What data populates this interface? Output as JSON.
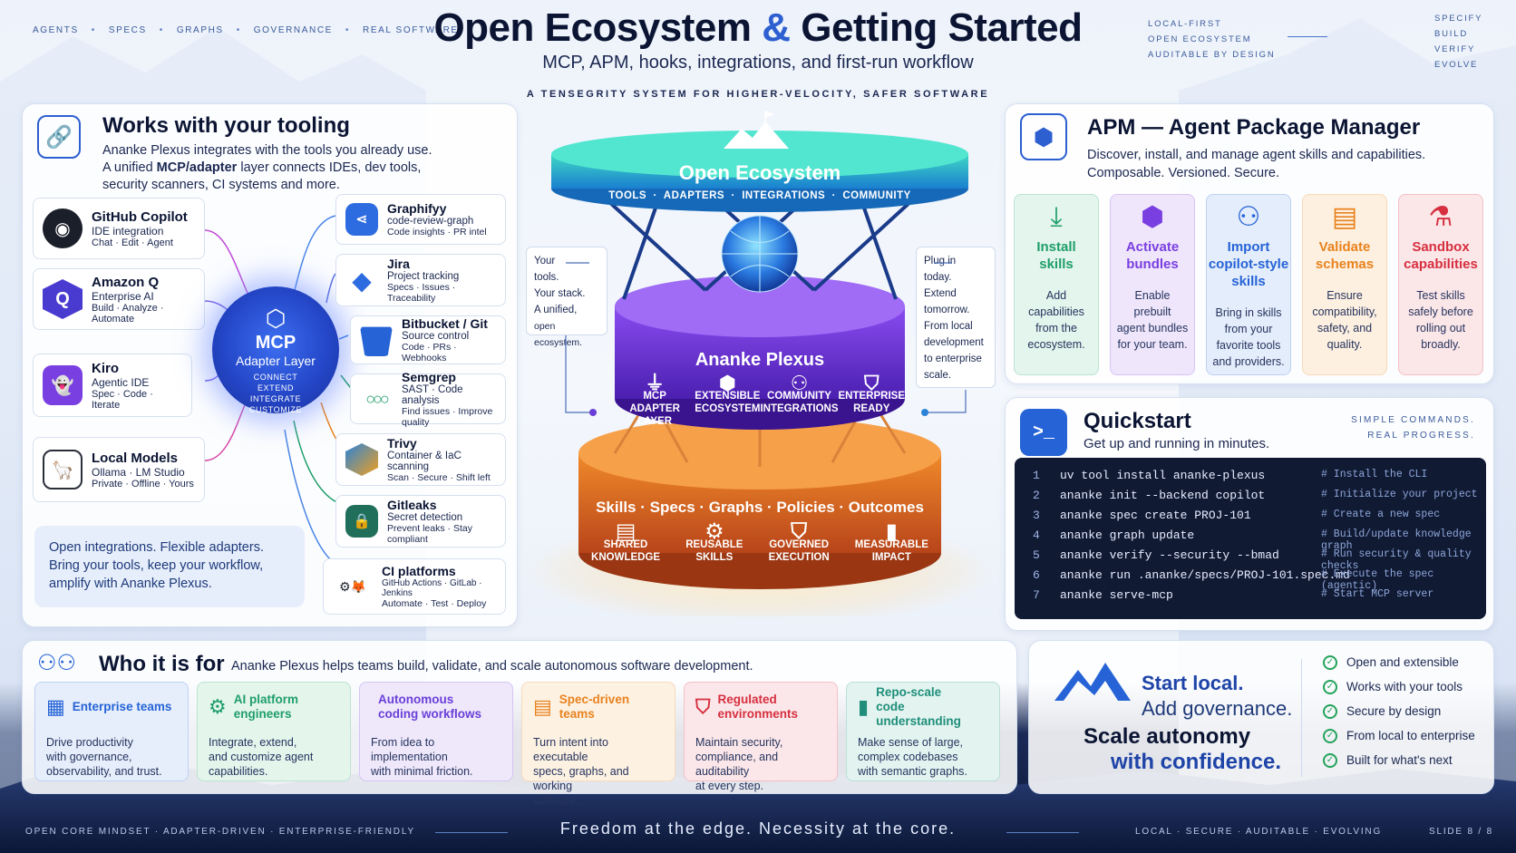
{
  "top_nav": [
    "AGENTS",
    "SPECS",
    "GRAPHS",
    "GOVERNANCE",
    "REAL SOFTWARE"
  ],
  "title": {
    "part1": "Open Ecosystem",
    "amp": "&",
    "part2": "Getting Started"
  },
  "subtitle": "MCP, APM, hooks, integrations, and first-run workflow",
  "tagline": "A TENSEGRITY SYSTEM FOR HIGHER-VELOCITY, SAFER SOFTWARE",
  "top_right_1": [
    "LOCAL-FIRST",
    "OPEN ECOSYSTEM",
    "AUDITABLE BY DESIGN"
  ],
  "top_right_2": [
    "SPECIFY",
    "BUILD",
    "VERIFY",
    "EVOLVE"
  ],
  "tooling": {
    "title": "Works with your tooling",
    "desc_1": "Ananke Plexus integrates with the tools you already use.",
    "desc_2a": "A unified ",
    "desc_2b": "MCP/adapter",
    "desc_2c": " layer connects IDEs, dev tools,",
    "desc_3": "security scanners, CI systems and more.",
    "left_tools": [
      {
        "name": "GitHub Copilot",
        "l1": "IDE integration",
        "l2": "Chat · Edit · Agent",
        "color": "#1b1f2a"
      },
      {
        "name": "Amazon Q",
        "l1": "Enterprise AI",
        "l2": "Build · Analyze · Automate",
        "color": "#4a3bd0"
      },
      {
        "name": "Kiro",
        "l1": "Agentic IDE",
        "l2": "Spec · Code · Iterate",
        "color": "#7a3fe0"
      },
      {
        "name": "Local Models",
        "l1": "Ollama · LM Studio",
        "l2": "Private · Offline · Yours",
        "color": "#2b2f3a"
      }
    ],
    "right_tools": [
      {
        "name": "Graphifyy",
        "l1": "code-review-graph",
        "l2": "Code insights · PR intel",
        "color": "#2d6be0"
      },
      {
        "name": "Jira",
        "l1": "Project tracking",
        "l2": "Specs · Issues · Traceability",
        "color": "#2d6be0"
      },
      {
        "name": "Bitbucket / Git",
        "l1": "Source control",
        "l2": "Code · PRs · Webhooks",
        "color": "#2563d6"
      },
      {
        "name": "Semgrep",
        "l1": "SAST · Code analysis",
        "l2": "Find issues · Improve quality",
        "color": "#1f9e6a"
      },
      {
        "name": "Trivy",
        "l1": "Container & IaC scanning",
        "l2": "Scan · Secure · Shift left",
        "color": "#2a83d8"
      },
      {
        "name": "Gitleaks",
        "l1": "Secret detection",
        "l2": "Prevent leaks · Stay compliant",
        "color": "#1f6f5a"
      },
      {
        "name": "CI platforms",
        "l1": "GitHub Actions · GitLab · Jenkins",
        "l2": "Automate · Test · Deploy",
        "color": "#1b1f2a"
      }
    ],
    "mcp": {
      "title": "MCP",
      "subtitle": "Adapter Layer",
      "verbs": [
        "CONNECT",
        "EXTEND",
        "INTEGRATE",
        "CUSTOMIZE"
      ]
    },
    "footer": [
      "Open integrations. Flexible adapters.",
      "Bring your tools, keep your workflow,",
      "amplify with Ananke Plexus."
    ]
  },
  "tower": {
    "top_title": "Open Ecosystem",
    "top_items": [
      "TOOLS",
      "ADAPTERS",
      "INTEGRATIONS",
      "COMMUNITY"
    ],
    "mid_title": "Ananke Plexus",
    "mid_items": [
      {
        "icon": "plug-icon",
        "l1": "MCP",
        "l2": "ADAPTER LAYER"
      },
      {
        "icon": "cubes-icon",
        "l1": "EXTENSIBLE",
        "l2": "ECOSYSTEM"
      },
      {
        "icon": "people-icon",
        "l1": "COMMUNITY",
        "l2": "INTEGRATIONS"
      },
      {
        "icon": "shield-icon",
        "l1": "ENTERPRISE",
        "l2": "READY"
      }
    ],
    "base_title": "Skills · Specs · Graphs · Policies · Outcomes",
    "base_items": [
      {
        "icon": "book-icon",
        "l1": "SHARED",
        "l2": "KNOWLEDGE"
      },
      {
        "icon": "gear-icon",
        "l1": "REUSABLE",
        "l2": "SKILLS"
      },
      {
        "icon": "shield-check-icon",
        "l1": "GOVERNED",
        "l2": "EXECUTION"
      },
      {
        "icon": "bar-chart-icon",
        "l1": "MEASURABLE",
        "l2": "IMPACT"
      }
    ],
    "callout_left": [
      "Your",
      "tools.",
      "Your stack.",
      "A unified,",
      "open ecosystem."
    ],
    "callout_right": [
      "Plug in",
      "today.",
      "Extend",
      "tomorrow.",
      "From local",
      "development",
      "to enterprise",
      "scale."
    ]
  },
  "apm": {
    "title": "APM — Agent Package Manager",
    "desc_1": "Discover, install, and manage agent skills and capabilities.",
    "desc_2": "Composable. Versioned. Secure.",
    "cards": [
      {
        "h": [
          "Install",
          "skills"
        ],
        "d": [
          "Add",
          "capabilities",
          "from the",
          "ecosystem."
        ],
        "color": "#1f9e6a",
        "bg": "#e3f5ec",
        "icon": "download-icon"
      },
      {
        "h": [
          "Activate",
          "bundles"
        ],
        "d": [
          "Enable",
          "prebuilt",
          "agent bundles",
          "for your team."
        ],
        "color": "#7a3fe0",
        "bg": "#efe6fb",
        "icon": "package-icon"
      },
      {
        "h": [
          "Import",
          "copilot-style",
          "skills"
        ],
        "d": [
          "Bring in skills",
          "from your",
          "favorite tools",
          "and providers."
        ],
        "color": "#2563d6",
        "bg": "#e4edfb",
        "icon": "people-icon"
      },
      {
        "h": [
          "Validate",
          "schemas"
        ],
        "d": [
          "Ensure",
          "compatibility,",
          "safety, and",
          "quality."
        ],
        "color": "#e8821e",
        "bg": "#fdf0e0",
        "icon": "document-icon"
      },
      {
        "h": [
          "Sandbox",
          "capabilities"
        ],
        "d": [
          "Test skills",
          "safely before",
          "rolling out",
          "broadly."
        ],
        "color": "#d62f3f",
        "bg": "#fbe6e8",
        "icon": "flask-icon"
      }
    ]
  },
  "quickstart": {
    "title": "Quickstart",
    "subtitle": "Get up and running in minutes.",
    "tag": [
      "SIMPLE COMMANDS.",
      "REAL PROGRESS."
    ],
    "lines": [
      {
        "n": "1",
        "cmd": "uv tool install ananke-plexus",
        "comment": "# Install the CLI"
      },
      {
        "n": "2",
        "cmd": "ananke init --backend copilot",
        "comment": "# Initialize your project"
      },
      {
        "n": "3",
        "cmd": "ananke spec create PROJ-101",
        "comment": "# Create a new spec"
      },
      {
        "n": "4",
        "cmd": "ananke graph update",
        "comment": "# Build/update knowledge graph"
      },
      {
        "n": "5",
        "cmd": "ananke verify --security --bmad",
        "comment": "# Run security & quality checks"
      },
      {
        "n": "6",
        "cmd": "ananke run .ananke/specs/PROJ-101.spec.md",
        "comment": "# Execute the spec (agentic)"
      },
      {
        "n": "7",
        "cmd": "ananke serve-mcp",
        "comment": "# Start MCP server"
      }
    ]
  },
  "who": {
    "title": "Who it is for",
    "desc": "Ananke Plexus helps teams build, validate, and scale autonomous software development.",
    "cards": [
      {
        "h": [
          "Enterprise teams"
        ],
        "d": [
          "Drive productivity",
          "with governance,",
          "observability, and trust."
        ],
        "color": "#2563d6",
        "bg": "#e6eefb",
        "icon": "building-icon"
      },
      {
        "h": [
          "AI platform engineers"
        ],
        "d": [
          "Integrate, extend,",
          "and customize agent",
          "capabilities."
        ],
        "color": "#1f9e6a",
        "bg": "#e4f5ec",
        "icon": "gear-icon"
      },
      {
        "h": [
          "Autonomous",
          "coding workflows"
        ],
        "d": [
          "From idea to implementation",
          "with minimal friction."
        ],
        "color": "#6a3fd8",
        "bg": "#efe8fb",
        "icon": "code-icon"
      },
      {
        "h": [
          "Spec-driven teams"
        ],
        "d": [
          "Turn intent into executable",
          "specs, graphs, and working",
          "software."
        ],
        "color": "#e8821e",
        "bg": "#fdf1e2",
        "icon": "document-icon"
      },
      {
        "h": [
          "Regulated environments"
        ],
        "d": [
          "Maintain security,",
          "compliance, and auditability",
          "at every step."
        ],
        "color": "#d62f3f",
        "bg": "#fbe7e9",
        "icon": "shield-icon"
      },
      {
        "h": [
          "Repo-scale",
          "code understanding"
        ],
        "d": [
          "Make sense of large,",
          "complex codebases",
          "with semantic graphs."
        ],
        "color": "#1f8e7a",
        "bg": "#e3f4f0",
        "icon": "bar-chart-icon"
      }
    ]
  },
  "start": {
    "l1": "Start local.",
    "l2": "Add governance.",
    "l3": "Scale autonomy",
    "l4": "with confidence.",
    "checks": [
      "Open and extensible",
      "Works with your tools",
      "Secure by design",
      "From local to enterprise",
      "Built for what's next"
    ]
  },
  "bottom": {
    "left": "OPEN CORE MINDSET  ·  ADAPTER-DRIVEN  ·  ENTERPRISE-FRIENDLY",
    "center": "Freedom at the edge. Necessity at the core.",
    "right": "LOCAL  ·  SECURE  ·  AUDITABLE  ·  EVOLVING",
    "slide": "SLIDE 8 / 8"
  }
}
